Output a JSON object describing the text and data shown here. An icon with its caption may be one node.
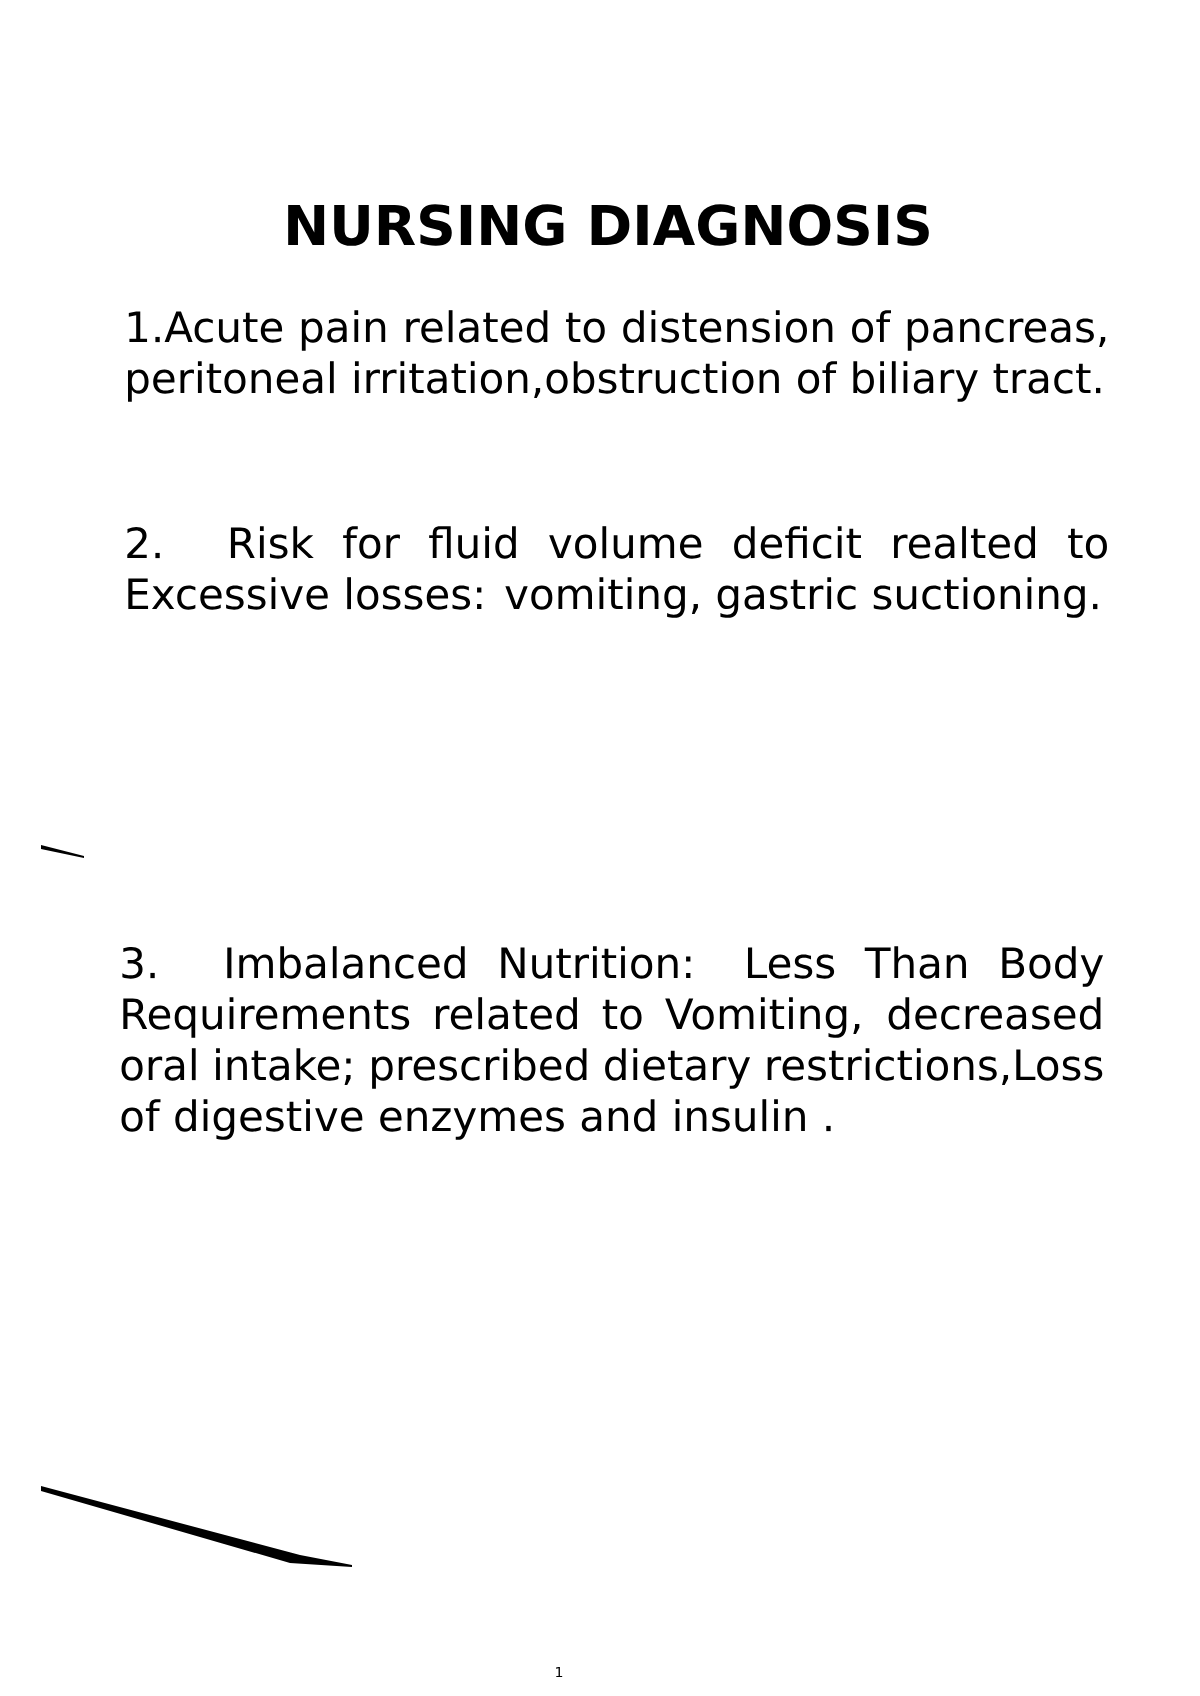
{
  "diagram": {
    "title": "NURSING DIAGNOSIS",
    "labels": [
      "1.Acute pain related to distension of pancreas, peritoneal irritation,obstruction of biliary tract.",
      "2. Risk for fluid volume deficit realted to Excessive losses: vomiting, gastric suctioning.",
      "3. Imbalanced Nutrition: Less Than Body Requirements related to Vomiting, decreased oral intake; prescribed dietary restrictions,Loss of digestive enzymes and insulin .",
      "1"
    ]
  }
}
